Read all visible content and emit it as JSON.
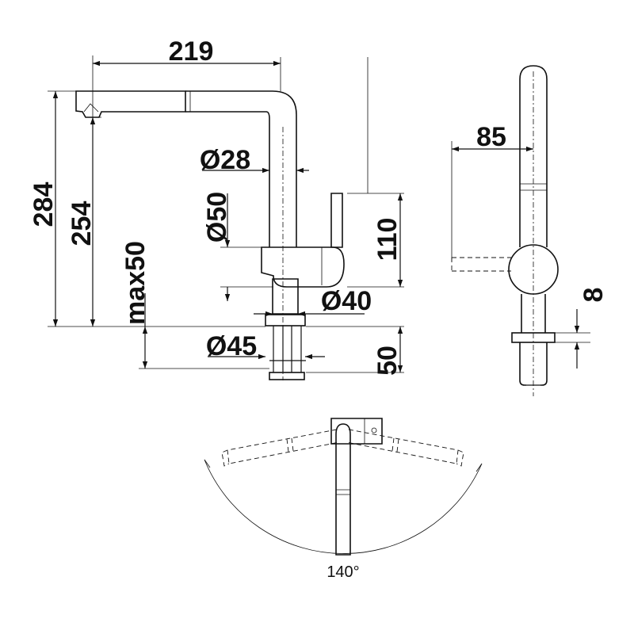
{
  "dimensions": {
    "reach": "219",
    "total_height": "284",
    "spout_height": "254",
    "max_deck": "max50",
    "spout_diameter": "Ø28",
    "body_diameter": "Ø50",
    "lever_height": "110",
    "base_diameter": "Ø40",
    "hole_diameter": "Ø45",
    "shank_length": "50",
    "side_offset": "85",
    "side_small": "8",
    "swivel_angle": "140°"
  }
}
